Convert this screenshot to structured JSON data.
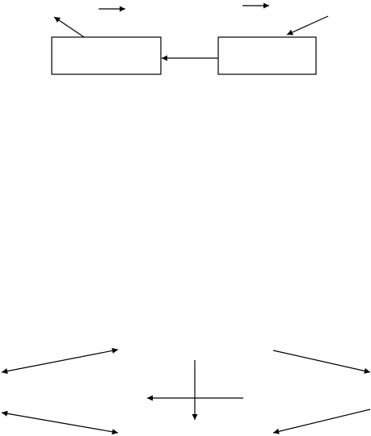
{
  "diagram": {
    "background_color": "#ffffff",
    "stroke_color": "#000000",
    "boxes": [
      {
        "id": "left-box",
        "label": ""
      },
      {
        "id": "right-box",
        "label": ""
      }
    ],
    "arrows": [
      {
        "id": "top-short-arrow-1",
        "from": null,
        "to": null
      },
      {
        "id": "top-short-arrow-2",
        "from": null,
        "to": null
      },
      {
        "id": "left-box-corner-arrow",
        "from": "left-box",
        "to": null
      },
      {
        "id": "right-box-incoming-arrow",
        "from": null,
        "to": "right-box"
      },
      {
        "id": "right-to-left-box-arrow",
        "from": "right-box",
        "to": "left-box"
      },
      {
        "id": "bottom-left-upper-arrow",
        "from": null,
        "to": null
      },
      {
        "id": "bottom-left-lower-arrow",
        "from": null,
        "to": null
      },
      {
        "id": "bottom-right-upper-arrow",
        "from": null,
        "to": null
      },
      {
        "id": "bottom-right-lower-arrow",
        "from": null,
        "to": null
      },
      {
        "id": "bottom-center-left-arrow",
        "from": null,
        "to": null
      },
      {
        "id": "bottom-center-down-arrow",
        "from": null,
        "to": null
      }
    ]
  }
}
